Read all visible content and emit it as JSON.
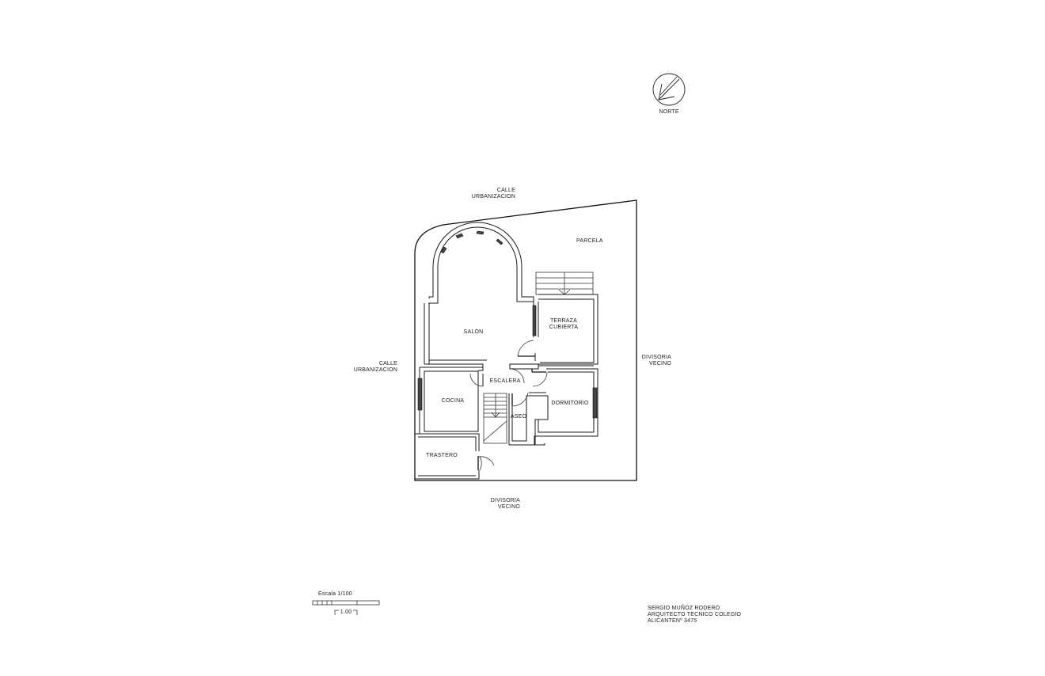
{
  "north": {
    "label": "NORTE"
  },
  "streets": {
    "top": [
      "CALLE",
      "URBANIZACION"
    ],
    "left": [
      "CALLE",
      "URBANIZACION"
    ]
  },
  "boundaries": {
    "right": [
      "DIVISORIA",
      "VECINO"
    ],
    "bottom": [
      "DIVISORIA",
      "VECINO"
    ]
  },
  "plot_label": "PARCELA",
  "rooms": {
    "salon": "SALON",
    "terraza": [
      "TERRAZA",
      "CUBIERTA"
    ],
    "escalera": "ESCALERA",
    "cocina": "COCINA",
    "aseo": "ASEO",
    "dormitorio": "DORMITORIO",
    "trastero": "TRASTERO"
  },
  "scale": {
    "title": "Escala 1/100",
    "dimension": "1.00"
  },
  "author": {
    "line1": "SERGIO MUÑOZ RODERO",
    "line2": "ARQUITECTO TECNICO COLEGIO",
    "line3": "ALICANTENº 3475"
  }
}
